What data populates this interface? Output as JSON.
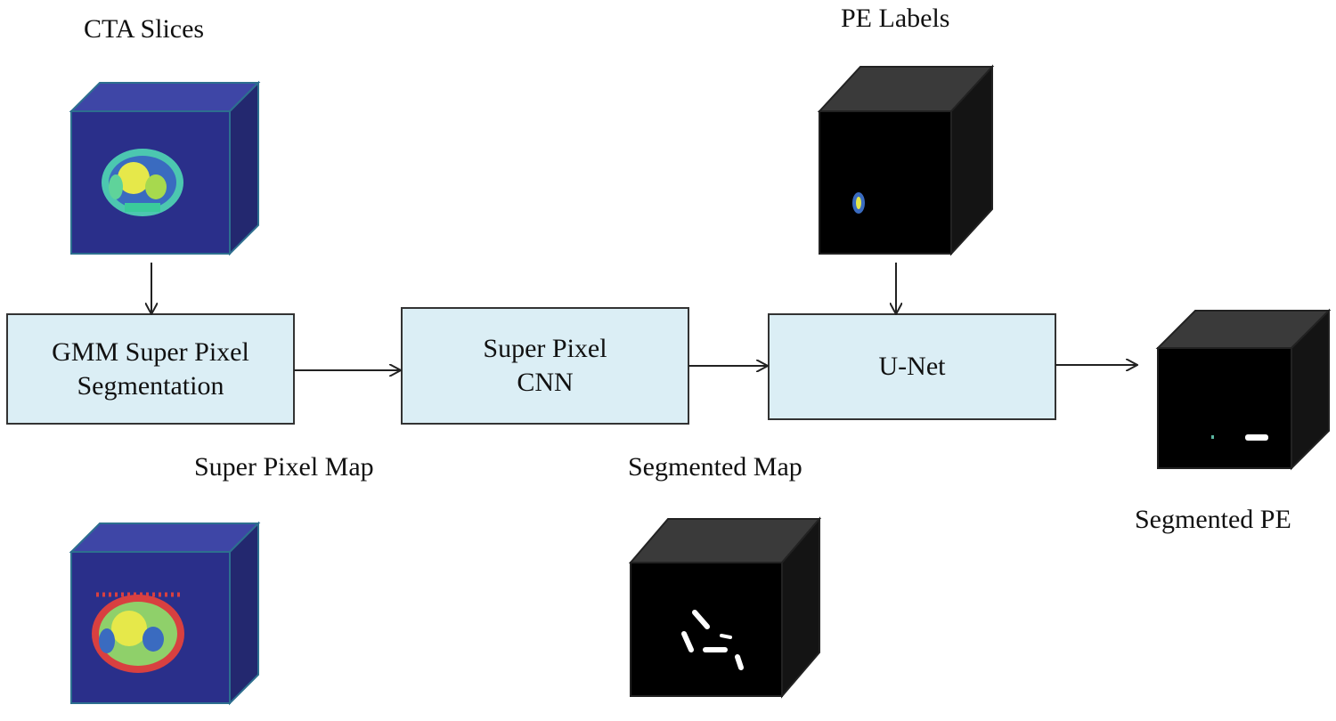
{
  "labels": {
    "cta_slices": "CTA Slices",
    "pe_labels": "PE Labels",
    "super_pixel_map": "Super Pixel Map",
    "segmented_map": "Segmented Map",
    "segmented_pe": "Segmented PE"
  },
  "boxes": {
    "gmm": {
      "line1": "GMM Super Pixel",
      "line2": "Segmentation"
    },
    "cnn": {
      "line1": "Super Pixel",
      "line2": "CNN"
    },
    "unet": {
      "line1": "U-Net"
    }
  },
  "colors": {
    "box_fill": "#dbeef5",
    "box_stroke": "#333333",
    "ct_cube_front": "#2a2f8a",
    "ct_cube_top": "#3e46a6",
    "ct_cube_side": "#23286f",
    "dark_cube_front": "#000000",
    "dark_cube_top": "#3a3a3a",
    "dark_cube_side": "#141414",
    "arrow": "#222222"
  }
}
